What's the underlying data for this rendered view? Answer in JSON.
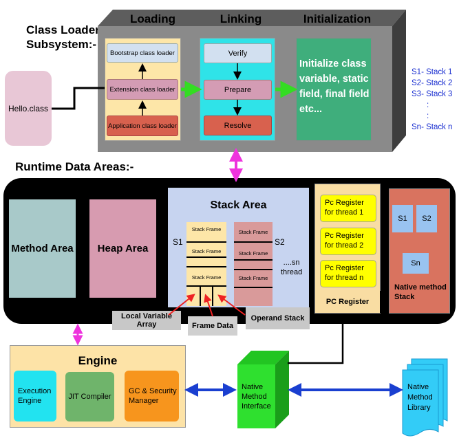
{
  "class_loader": {
    "title_line1": "Class Loader",
    "title_line2": "Subsystem:-",
    "hello": "Hello.class",
    "loading": "Loading",
    "linking": "Linking",
    "initialization": "Initialization",
    "bootstrap": "Bootstrap class loader",
    "extension": "Extension class loader",
    "application": "Application class loader",
    "verify": "Verify",
    "prepare": "Prepare",
    "resolve": "Resolve",
    "init_text": "Initialize class variable, static field, final field etc..."
  },
  "stacks_legend": {
    "s1": "S1- Stack 1",
    "s2": "S2- Stack 2",
    "s3": "S3- Stack 3",
    "dot1": ":",
    "dot2": ":",
    "sn": "Sn- Stack n"
  },
  "runtime": {
    "title": "Runtime Data Areas:-",
    "method_area": "Method Area",
    "heap_area": "Heap Area",
    "stack_area": "Stack Area",
    "s1": "S1",
    "s2": "S2",
    "sn_thread_line1": "....sn",
    "sn_thread_line2": "thread",
    "stack_frame": "Stack Frame",
    "local_variable_array": "Local Variable Array",
    "frame_data": "Frame Data",
    "operand_stack": "Operand Stack",
    "pc_register_1": "Pc Register for thread 1",
    "pc_register_2": "Pc Register for thread 2",
    "pc_register_n": "Pc Register for thread n",
    "pc_register_title": "PC Register",
    "native_s1": "S1",
    "native_s2": "S2",
    "native_sn": "Sn",
    "native_method_stack": "Native method Stack"
  },
  "engine": {
    "title": "Engine",
    "execution_engine": "Execution Engine",
    "jit_compiler": "JIT Compiler",
    "gc_security": "GC & Security Manager",
    "native_interface": "Native Method Interface",
    "native_library": "Native Method Library"
  },
  "colors": {
    "loading_bg": "#fde6a8",
    "linking_bg": "#2fe3e8",
    "init_bg": "#3fae7c",
    "runtime_bg": "#000000",
    "method_area": "#a8c9c9",
    "heap_area": "#d79bb0",
    "stack_area": "#c7d4f0",
    "pc_register": "#f9dda3",
    "pc_yellow": "#ffff00",
    "native_stack": "#d9735f",
    "native_box": "#99c3f0",
    "engine_bg": "#fde3a7",
    "execution_engine": "#22e3f0",
    "jit": "#6fb46b",
    "gc": "#f7951d",
    "native_interface": "#2fe02f",
    "native_library": "#33ccf7",
    "arrow_green": "#33dd22",
    "arrow_magenta": "#ee33dd",
    "arrow_blue": "#1a3fd0",
    "arrow_red": "#ee2222"
  }
}
